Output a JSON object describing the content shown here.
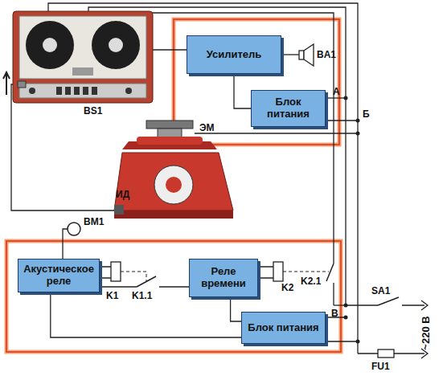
{
  "diagram": {
    "nodes": [
      {
        "text": [
          "Усилитель"
        ]
      },
      {
        "text": [
          "Блок питания"
        ]
      },
      {
        "text": [
          "Акустическое реле"
        ]
      },
      {
        "text": [
          "Реле времени"
        ]
      },
      {
        "text": [
          "Блок питания"
        ]
      }
    ],
    "edges": [
      {
        "from": 0,
        "to": 1,
        "arrow": "none"
      },
      {
        "from": 3,
        "to": 4,
        "arrow": "none"
      },
      {
        "from": 2,
        "to": 4,
        "arrow": "none"
      }
    ],
    "labels": [
      "BS1",
      "BA1",
      "А",
      "Б",
      "ЭМ",
      "ИД",
      "BM1",
      "K1",
      "K1.1",
      "K2",
      "K2.1",
      "В",
      "SA1",
      "FU1",
      "~220 В"
    ]
  }
}
